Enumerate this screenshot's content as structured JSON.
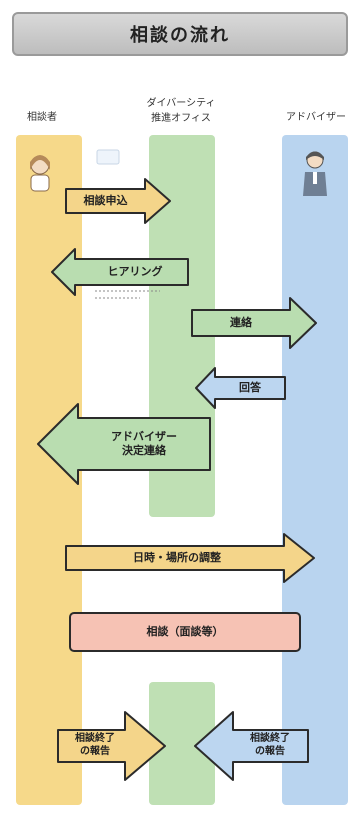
{
  "title": "相談の流れ",
  "actors": {
    "client": "相談者",
    "office_line1": "ダイバーシティ",
    "office_line2": "推進オフィス",
    "advisor": "アドバイザー"
  },
  "steps": {
    "apply": "相談申込",
    "hearing": "ヒアリング",
    "contact": "連絡",
    "reply": "回答",
    "notify_line1": "アドバイザー",
    "notify_line2": "決定連絡",
    "schedule": "日時・場所の調整",
    "consult": "相談（面談等）",
    "report_client_line1": "相談終了",
    "report_client_line2": "の報告",
    "report_advisor_line1": "相談終了",
    "report_advisor_line2": "の報告"
  },
  "colors": {
    "client_lane": "#f6d98a",
    "office_lane": "#bfe0b4",
    "advisor_lane": "#b9d4ef",
    "arrow_yellow": "#f4d58a",
    "arrow_green": "#b9ddb0",
    "arrow_blue": "#bcd6f0",
    "consult_box": "#f6c2b4"
  }
}
